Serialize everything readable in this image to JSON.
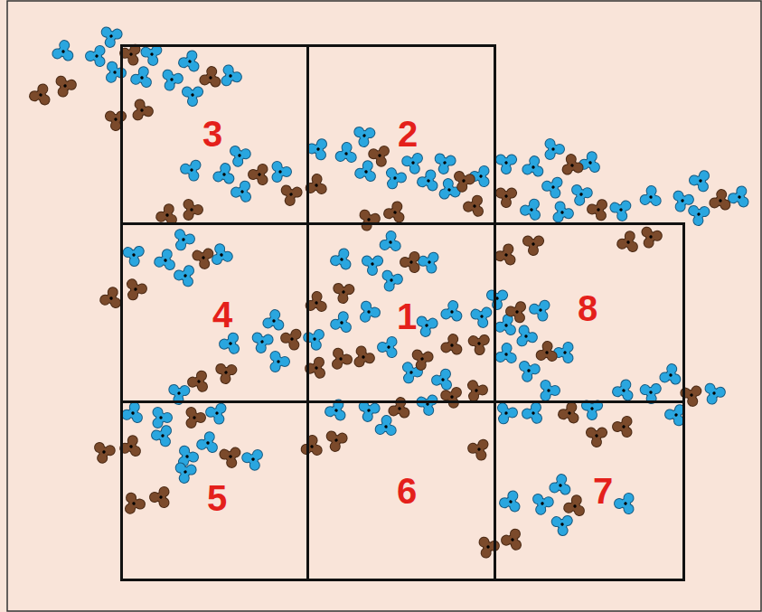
{
  "diagram": {
    "nodes": [
      {
        "text": [
          "3"
        ]
      },
      {
        "text": [
          "2"
        ]
      },
      {
        "text": [
          "4"
        ]
      },
      {
        "text": [
          "1"
        ]
      },
      {
        "text": [
          "8"
        ]
      },
      {
        "text": [
          "5"
        ]
      },
      {
        "text": [
          "6"
        ]
      },
      {
        "text": [
          "7"
        ]
      }
    ]
  }
}
